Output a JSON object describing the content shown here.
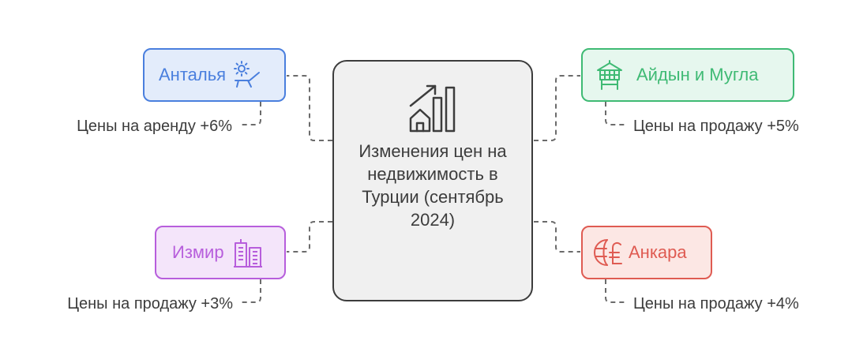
{
  "center": {
    "title": "Изменения цен на недвижимость в Турции (сентябрь 2024)",
    "icon": "house-growth-chart-icon"
  },
  "nodes": {
    "antalya": {
      "label": "Анталья",
      "icon": "sun-lounger-icon",
      "note": "Цены на аренду +6%",
      "color": "#4a7fde"
    },
    "aydin_mugla": {
      "label": "Айдын и Мугла",
      "icon": "beach-house-icon",
      "note": "Цены на продажу +5%",
      "color": "#3fba74"
    },
    "izmir": {
      "label": "Измир",
      "icon": "city-buildings-icon",
      "note": "Цены на продажу +3%",
      "color": "#b75edc"
    },
    "ankara": {
      "label": "Анкара",
      "icon": "global-currency-icon",
      "note": "Цены на продажу +4%",
      "color": "#df5b52"
    }
  }
}
